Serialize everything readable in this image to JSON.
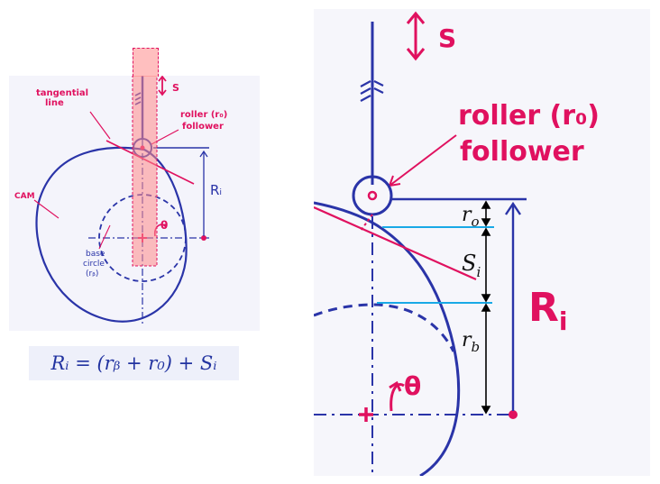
{
  "left_sketch": {
    "stroke_label": "S",
    "tangential_line_label": "tangential\nline",
    "roller_label": "roller (r₀)",
    "follower_label": "follower",
    "cam_label": "CAM",
    "base_circle_label": "base\ncircle\n(rᵦ)",
    "radius_label": "Rᵢ",
    "angle_label": "θ",
    "formula": "Rᵢ = (rᵦ + r₀) + Sᵢ"
  },
  "right_sketch": {
    "stroke_label": "S",
    "roller_label": "roller (r₀)",
    "follower_label": "follower",
    "ro_label": "r",
    "ro_sub": "o",
    "si_label": "S",
    "si_sub": "i",
    "rb_label": "r",
    "rb_sub": "b",
    "ri_label": "R",
    "ri_sub": "i",
    "angle_label": "θ"
  },
  "colors": {
    "ink_blue": "#2a34a8",
    "ink_red": "#e0115f",
    "cyan_line": "#19a9e6",
    "highlight": "#ff8a8a"
  }
}
